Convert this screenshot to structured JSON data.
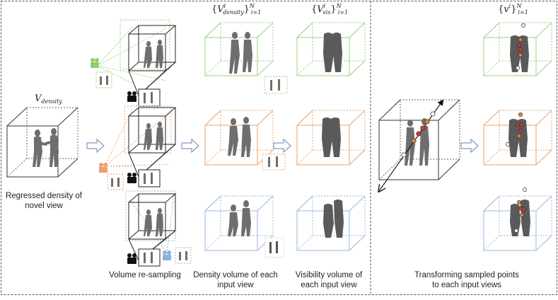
{
  "math_labels": {
    "v_density": {
      "main": "V",
      "sub": "density"
    },
    "set_density": {
      "open": "{",
      "main": "V",
      "sup": "i",
      "sub": "density",
      "close": "}",
      "range_sup": "N",
      "range_sub": "i=1"
    },
    "set_vis": {
      "open": "{",
      "main": "V",
      "sup": "i",
      "sub": "vis",
      "close": "}",
      "range_sup": "N",
      "range_sub": "i=1"
    },
    "set_v": {
      "open": "{",
      "main": "v",
      "sup": "i",
      "close": "}",
      "range_sup": "N",
      "range_sub": "i=1"
    }
  },
  "captions": {
    "regressed_line1": "Regressed density of",
    "regressed_line2": "novel view",
    "resampling": "Volume re-sampling",
    "density_line1": "Density volume of each",
    "density_line2": "input view",
    "visibility_line1": "Visibility volume of",
    "visibility_line2": "each input view",
    "transform_line1": "Transforming sampled points",
    "transform_line2": "to each input views"
  },
  "colors": {
    "view_green": "#8ccf73",
    "view_orange": "#e9a06a",
    "view_blue": "#8fb1dd",
    "frame": "#222222",
    "arrow": "#7f9bc2",
    "point_red": "#d8322e",
    "point_orange": "#e8842c",
    "point_white": "#f4f4f4"
  }
}
